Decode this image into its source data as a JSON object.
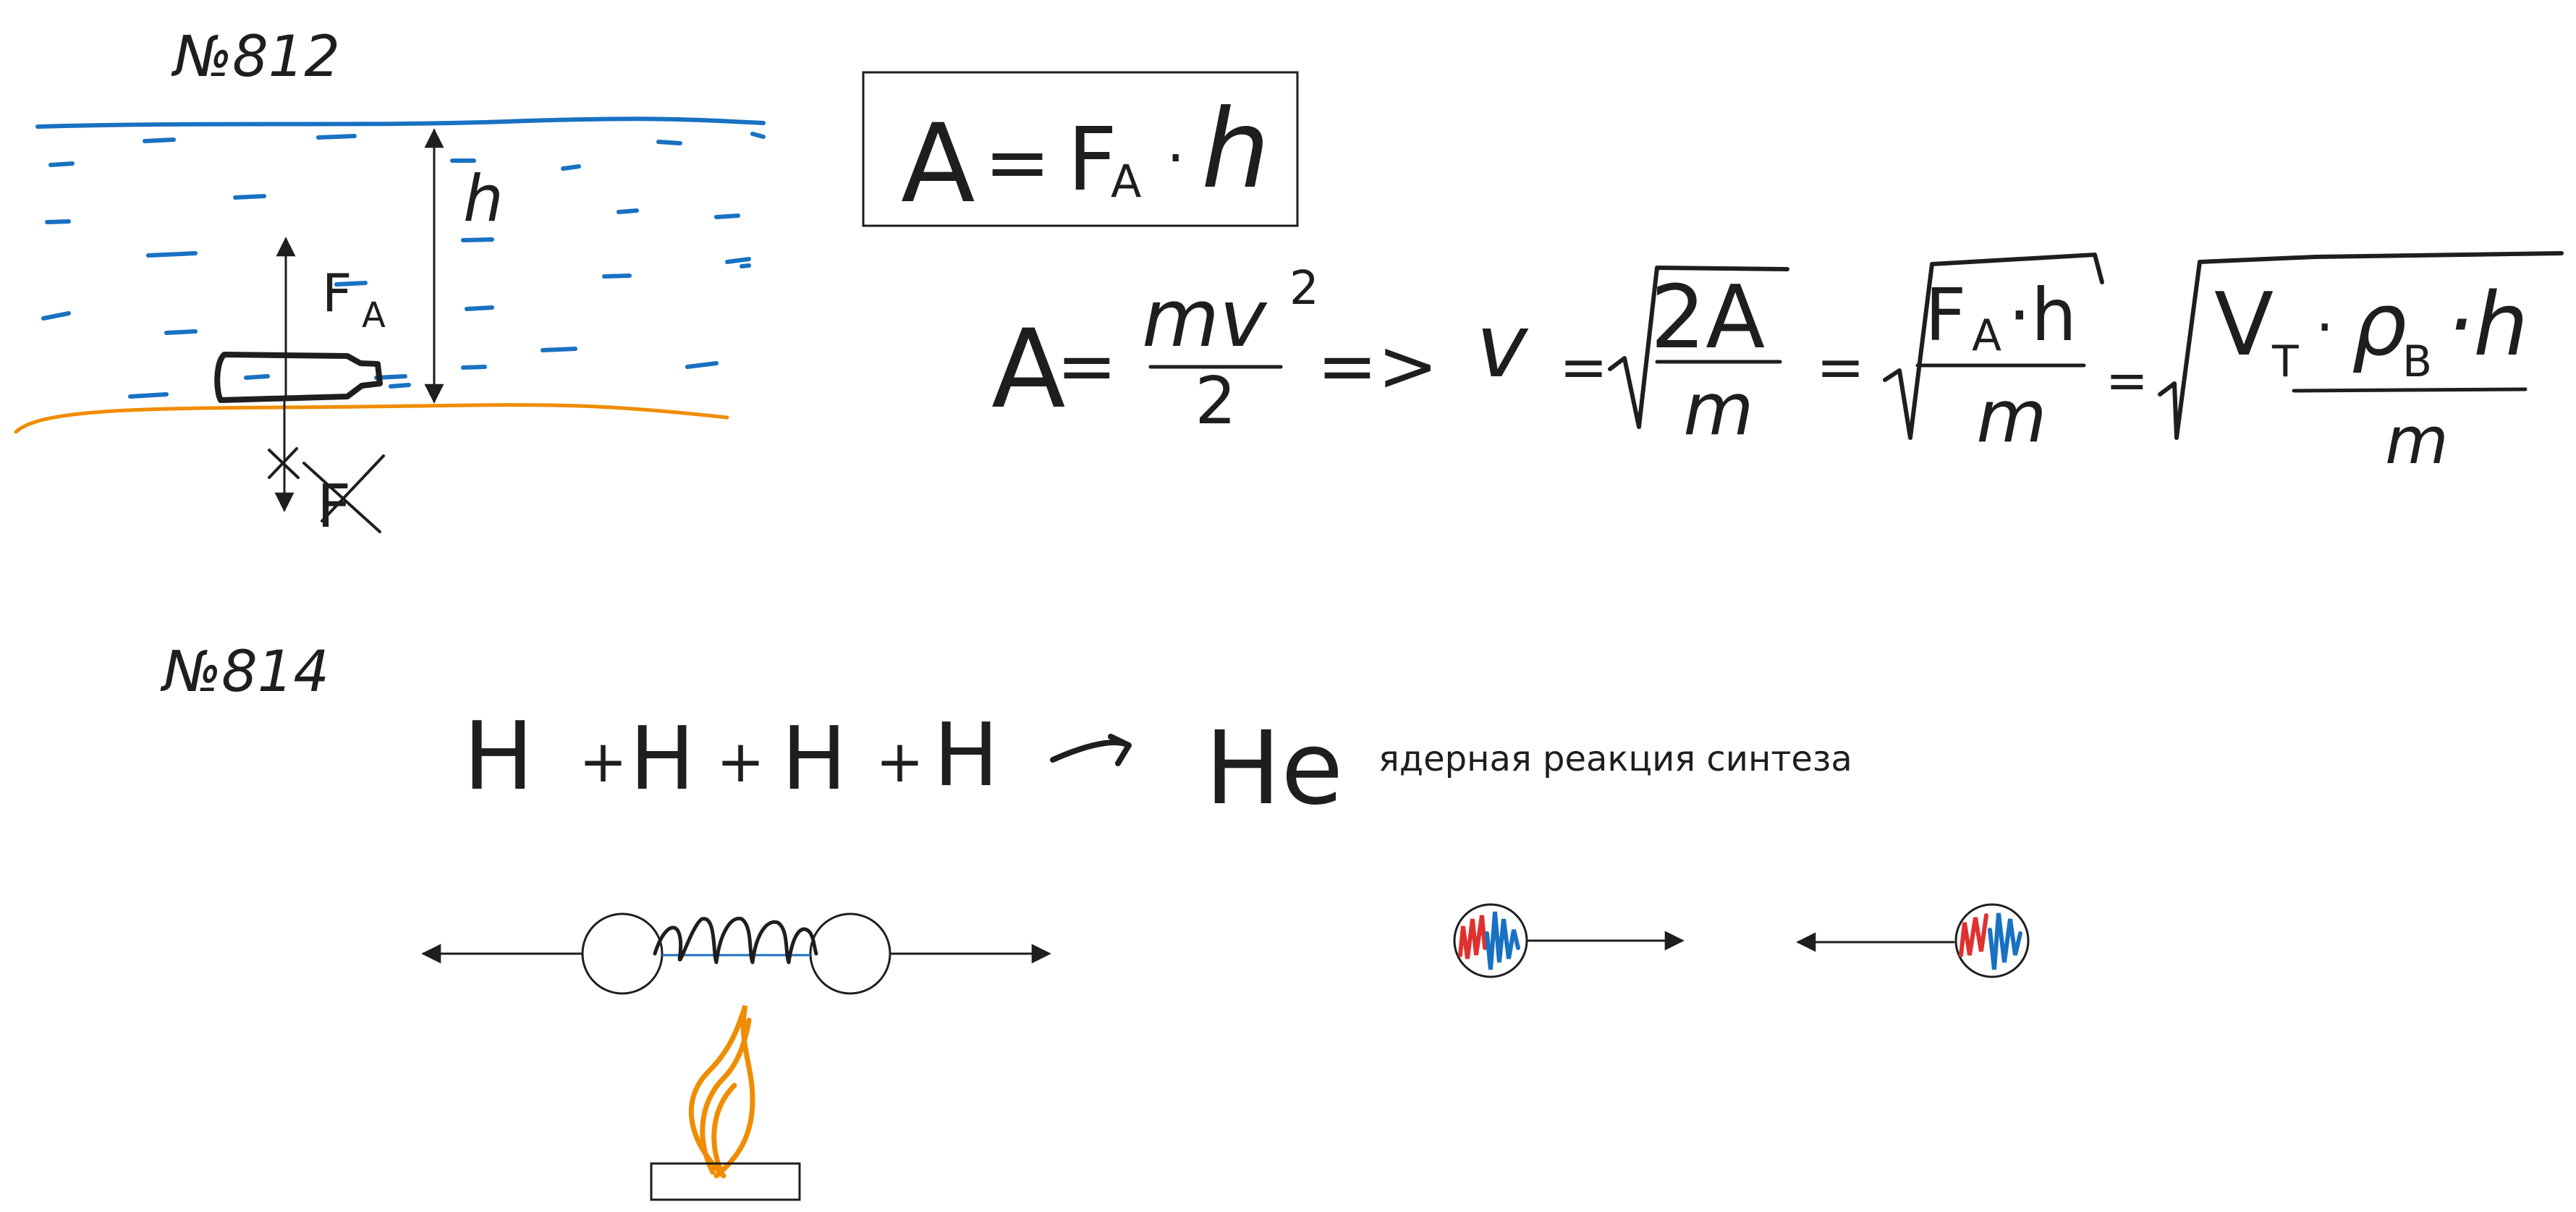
{
  "problem_812": {
    "number": "№812",
    "labels": {
      "height": "h",
      "force": "F",
      "force_sub": "A",
      "cross_force": "F"
    },
    "boxed_formula": {
      "lhs": "A",
      "eq": "=",
      "force": "F",
      "force_sub": "A",
      "dot": "·",
      "h": "h"
    },
    "derivation": {
      "lhs": "A",
      "eq": "=",
      "num1": "mv",
      "sup1": "2",
      "den1": "2",
      "implies": "=>",
      "v": "v",
      "eq2": "=",
      "num2": "2A",
      "den2": "m",
      "eq3": "=",
      "num3_force": "F",
      "num3_sub": "A",
      "num3_rest": "·h",
      "den3": "m",
      "eq4": "=",
      "num4_v": "V",
      "num4_vsub": "T",
      "num4_dot1": "·",
      "num4_rho": "ρ",
      "num4_rhosub": "B",
      "num4_rest": "·h",
      "den4": "m"
    },
    "colors": {
      "water": "#1971c2",
      "bottom": "#f08c00",
      "ink": "#1e1e1e"
    }
  },
  "problem_814": {
    "number": "№814",
    "reaction": {
      "h1": "H",
      "plus1": "+",
      "h2": "H",
      "plus2": "+",
      "h3": "H",
      "plus3": "+",
      "h4": "H",
      "product": "He"
    },
    "reaction_label": "ядерная реакция синтеза",
    "colors": {
      "flame": "#f08c00",
      "nucleus_red": "#e03131",
      "nucleus_blue": "#1971c2"
    }
  }
}
